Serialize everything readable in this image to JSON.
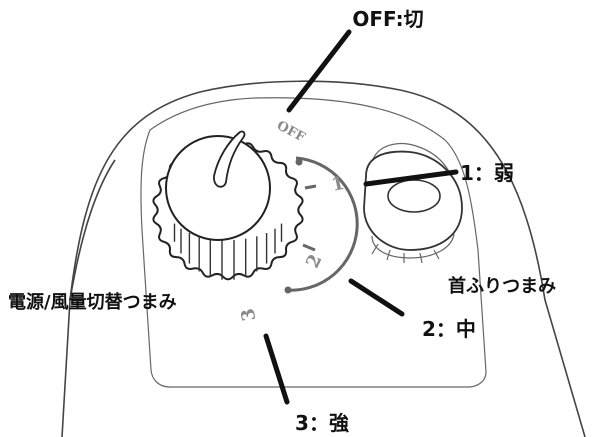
{
  "callouts": {
    "off": "OFF:切",
    "speed1": "1：弱",
    "speed2": "2：中",
    "speed3": "3：強",
    "power_knob": "電源/風量切替つまみ",
    "oscillation_knob": "首ふりつまみ"
  },
  "dial_marks": {
    "off": "OFF",
    "one": "1",
    "two": "2",
    "three": "3"
  },
  "colors": {
    "line": "#111111",
    "outline": "#444444",
    "dial_mark": "#8a8a8a",
    "background": "#ffffff"
  }
}
